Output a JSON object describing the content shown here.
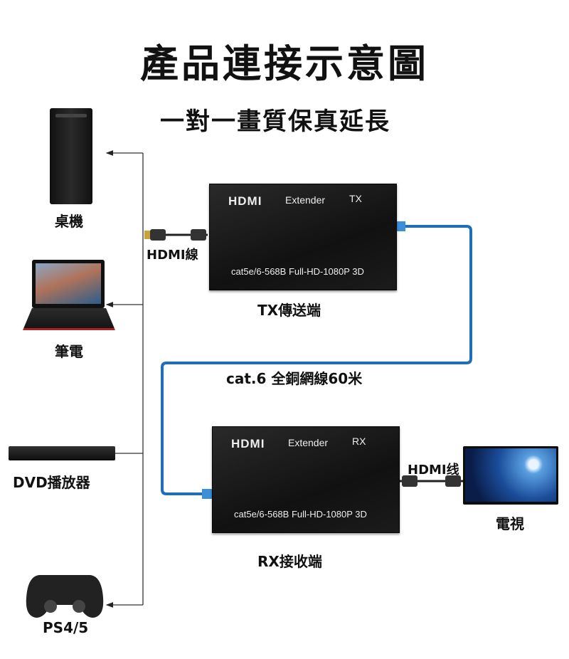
{
  "title": "產品連接示意圖",
  "subtitle": "一對一畫質保真延長",
  "sources": [
    {
      "label": "桌機",
      "icon": "desktop-tower-icon"
    },
    {
      "label": "筆電",
      "icon": "laptop-icon"
    },
    {
      "label": "DVD播放器",
      "icon": "dvd-player-icon"
    },
    {
      "label": "PS4/5",
      "icon": "gamepad-icon"
    }
  ],
  "tx_box": {
    "brand": "HDMI",
    "extender": "Extender",
    "mode": "TX",
    "spec": "cat5e/6-568B Full-HD-1080P  3D",
    "caption": "TX傳送端"
  },
  "rx_box": {
    "brand": "HDMI",
    "extender": "Extender",
    "mode": "RX",
    "spec": "cat5e/6-568B Full-HD-1080P  3D",
    "caption": "RX接收端"
  },
  "hdmi_cable_in": "HDMI線",
  "hdmi_cable_out": "HDMI线",
  "network_cable": "cat.6 全銅網線60米",
  "display": {
    "label": "電視",
    "icon": "tv-icon"
  },
  "colors": {
    "network_cable": "#1f6fb8",
    "line": "#333333"
  }
}
